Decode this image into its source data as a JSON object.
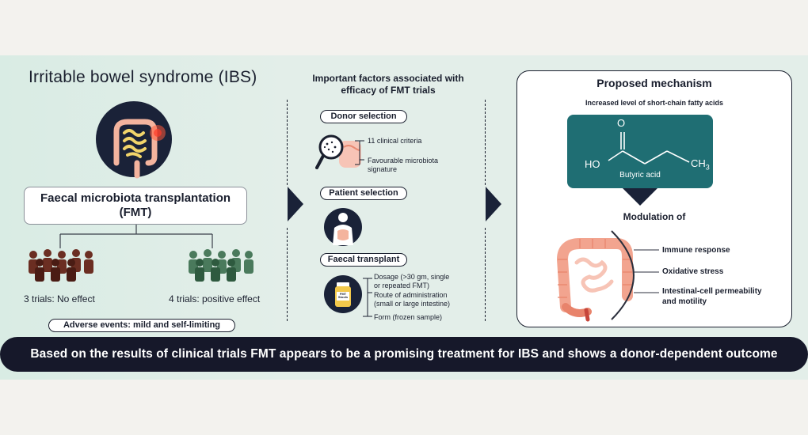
{
  "left": {
    "title": "Irritable bowel syndrome (IBS)",
    "fmt_line1": "Faecal microbiota transplantation",
    "fmt_line2": "(FMT)",
    "trial_no_effect": "3 trials: No effect",
    "trial_positive": "4 trials: positive effect",
    "adverse": "Adverse events: mild and self-limiting",
    "colors": {
      "no_effect_people": "#6b2e22",
      "positive_people": "#2e5a3f"
    }
  },
  "middle": {
    "title_line1": "Important factors associated with",
    "title_line2": "efficacy of FMT trials",
    "donor_label": "Donor selection",
    "donor_items": [
      "11 clinical criteria",
      "Favourable microbiota",
      "signature"
    ],
    "patient_label": "Patient selection",
    "faecal_label": "Faecal transplant",
    "faecal_items": [
      "Dosage (>30 gm, single",
      "or repeated FMT)",
      "Route of administration",
      "(small or large intestine)",
      "Form (frozen sample)"
    ],
    "jar_label": "FMT Stools"
  },
  "right": {
    "title": "Proposed mechanism",
    "subtitle": "Increased level of short-chain fatty acids",
    "molecule": {
      "o": "O",
      "ho": "HO",
      "ch3": "CH",
      "ch3_sub": "3",
      "name": "Butyric acid"
    },
    "modulation": "Modulation of",
    "effects": [
      "Immune response",
      "Oxidative stress",
      "Intestinal-cell permeability",
      "and motility"
    ],
    "colors": {
      "teal": "#1f6e73",
      "intestine": "#f2a48f"
    }
  },
  "bottom": {
    "text": "Based on the results of clinical trials FMT appears to be a promising treatment for IBS and shows a donor-dependent outcome"
  }
}
